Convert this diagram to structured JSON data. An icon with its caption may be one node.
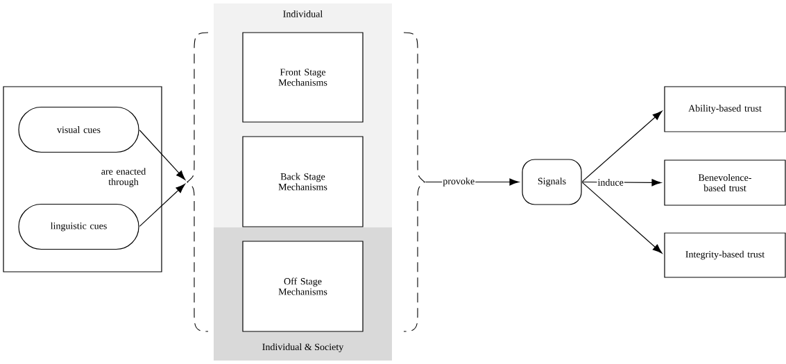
{
  "diagram": {
    "nodes": [
      {
        "text": [],
        "shape": "box"
      },
      {
        "text": [
          "visual cues"
        ],
        "in": 0
      },
      {
        "text": [
          "linguistic cues"
        ],
        "in": 0
      },
      {
        "text": [
          "Individual"
        ]
      },
      {
        "text": [
          "Front Stage Mechanisms"
        ],
        "in": 3
      },
      {
        "text": [
          "Back Stage Mechanisms"
        ],
        "in": 3
      },
      {
        "text": [
          "Individual & Society"
        ]
      },
      {
        "text": [
          "Off Stage Mechanisms"
        ],
        "in": 6
      },
      {
        "text": [],
        "shape": "brace"
      },
      {
        "text": [],
        "shape": "brace"
      },
      {
        "text": [
          "Signals"
        ]
      },
      {
        "text": [
          "Ability-based trust"
        ]
      },
      {
        "text": [
          "Benevolence-based trust"
        ]
      },
      {
        "text": [
          "Integrity-based trust"
        ]
      }
    ],
    "edges": [
      {
        "from": 1,
        "to": 8,
        "arrow": "to",
        "label": "are enacted through"
      },
      {
        "from": 2,
        "to": 8,
        "arrow": "to"
      },
      {
        "from": 9,
        "to": 10,
        "arrow": "to",
        "label": "provoke"
      },
      {
        "from": 10,
        "to": 11,
        "arrow": "to"
      },
      {
        "from": 10,
        "to": 12,
        "arrow": "to",
        "label": "induce"
      },
      {
        "from": 10,
        "to": 13,
        "arrow": "to"
      }
    ]
  }
}
